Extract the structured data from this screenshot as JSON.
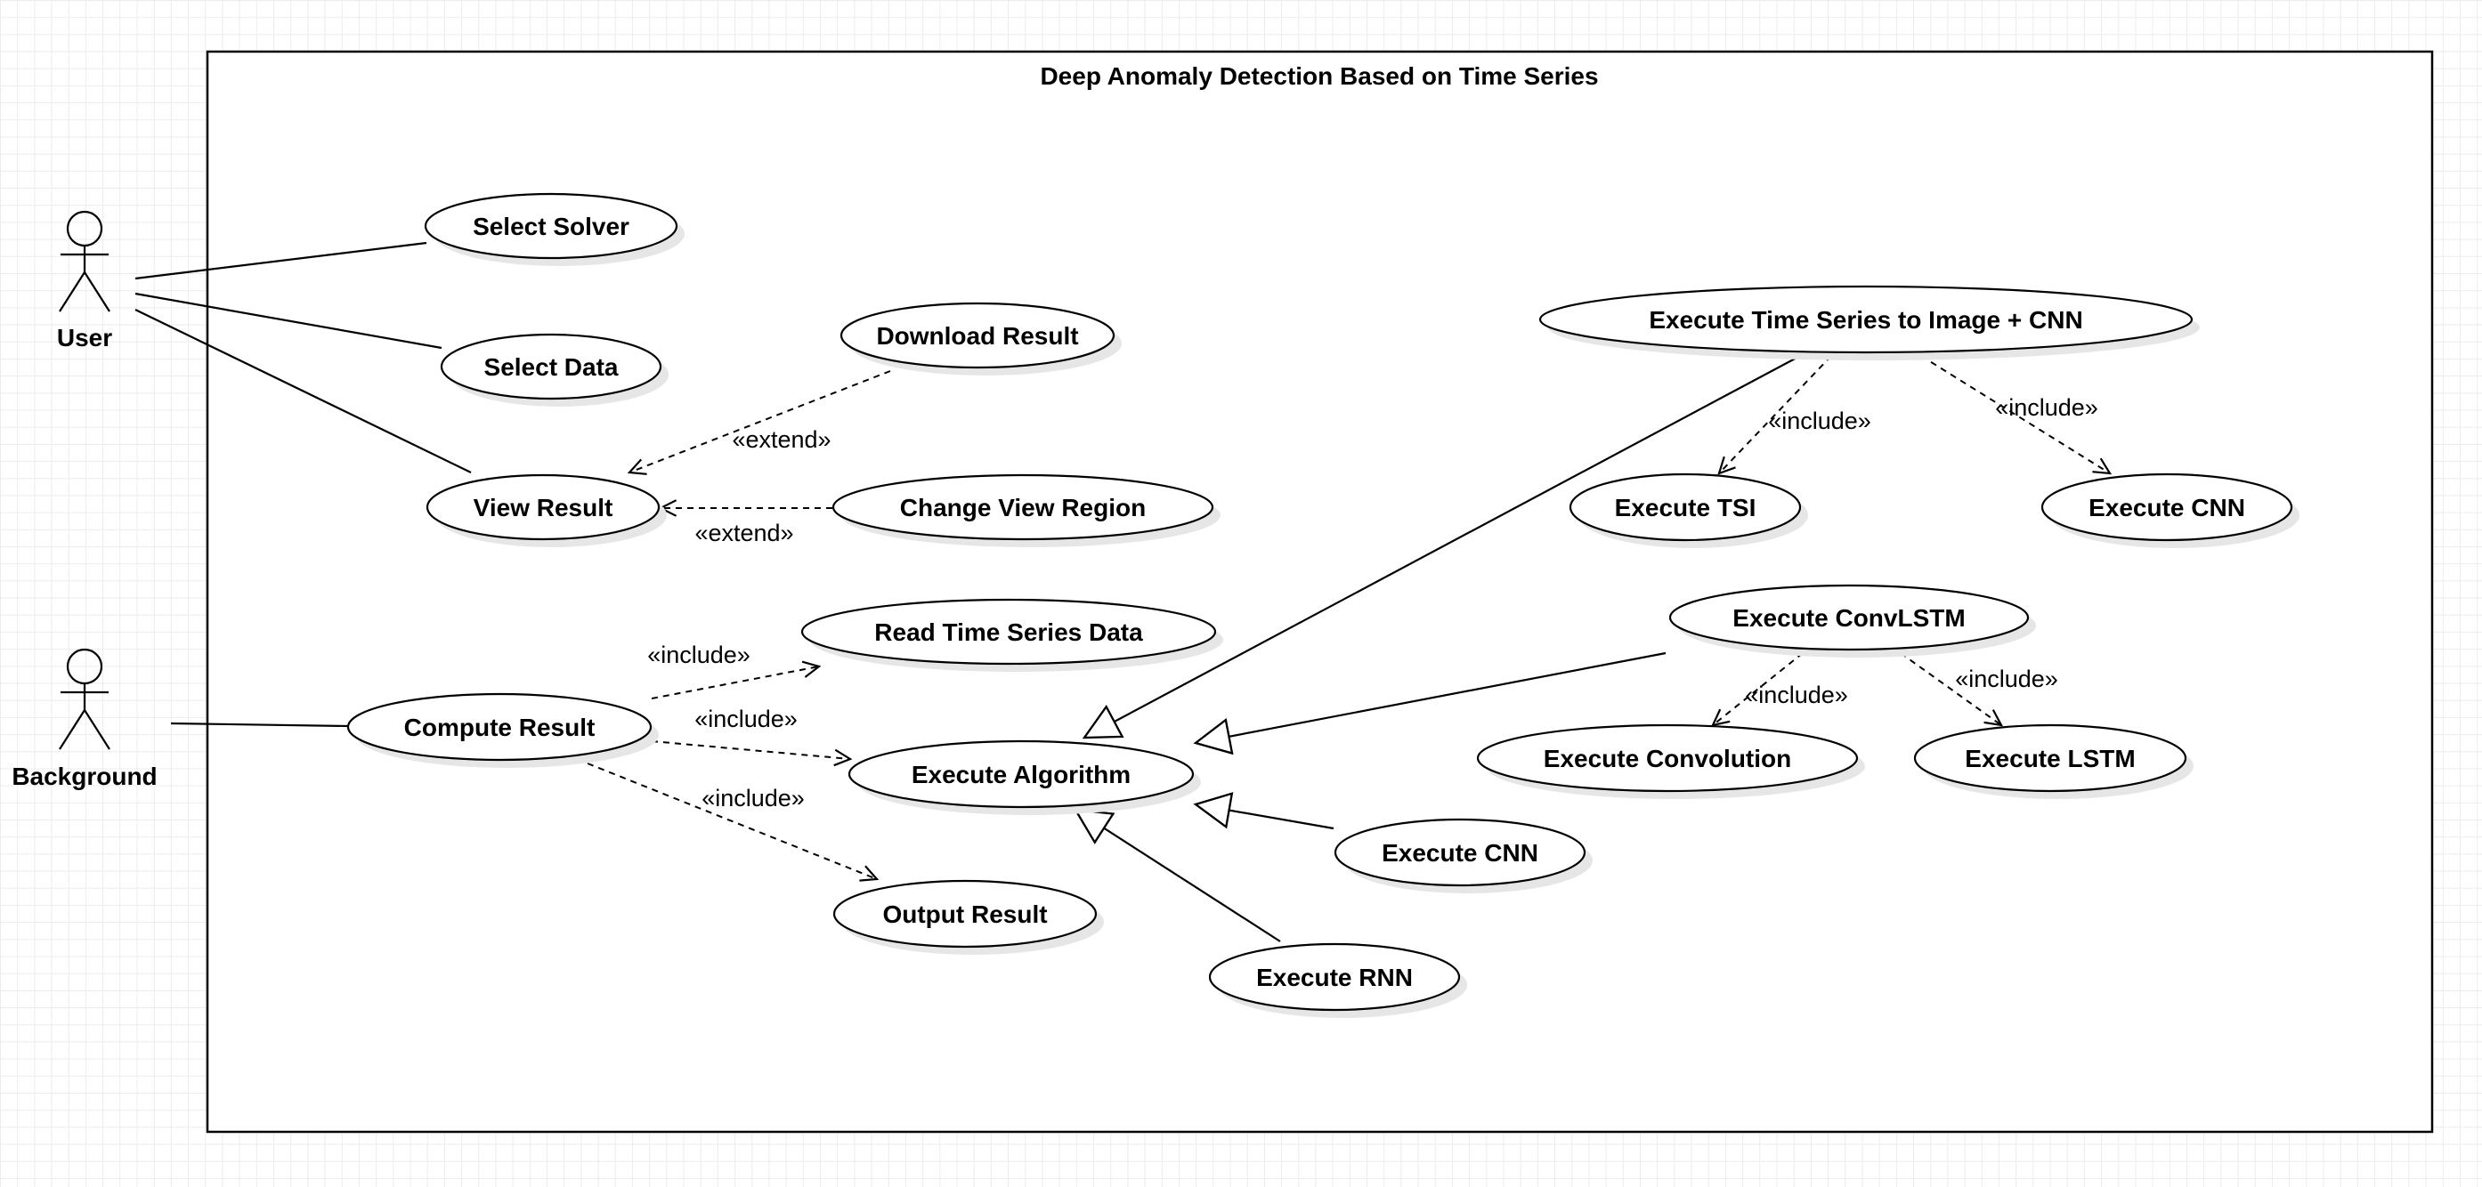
{
  "system": {
    "title": "Deep Anomaly Detection Based on Time Series"
  },
  "actors": {
    "user": "User",
    "background": "Background"
  },
  "use_cases": {
    "select_solver": "Select Solver",
    "select_data": "Select Data",
    "view_result": "View Result",
    "download_result": "Download Result",
    "change_view_region": "Change View Region",
    "compute_result": "Compute Result",
    "read_time_series_data": "Read Time Series Data",
    "execute_algorithm": "Execute Algorithm",
    "output_result": "Output Result",
    "execute_ts_image_cnn": "Execute Time Series to Image + CNN",
    "execute_tsi": "Execute TSI",
    "execute_cnn_top": "Execute CNN",
    "execute_convlstm": "Execute ConvLSTM",
    "execute_convolution": "Execute Convolution",
    "execute_lstm": "Execute LSTM",
    "execute_cnn": "Execute CNN",
    "execute_rnn": "Execute RNN"
  },
  "relations": {
    "extend_download": "«extend»",
    "extend_change_view": "«extend»",
    "include_read": "«include»",
    "include_execute": "«include»",
    "include_output": "«include»",
    "include_tsi": "«include»",
    "include_cnn_top": "«include»",
    "include_convolution": "«include»",
    "include_lstm": "«include»"
  },
  "colors": {
    "line": "#000000",
    "shadow": "#e6e6e6",
    "grid": "#ececec"
  }
}
